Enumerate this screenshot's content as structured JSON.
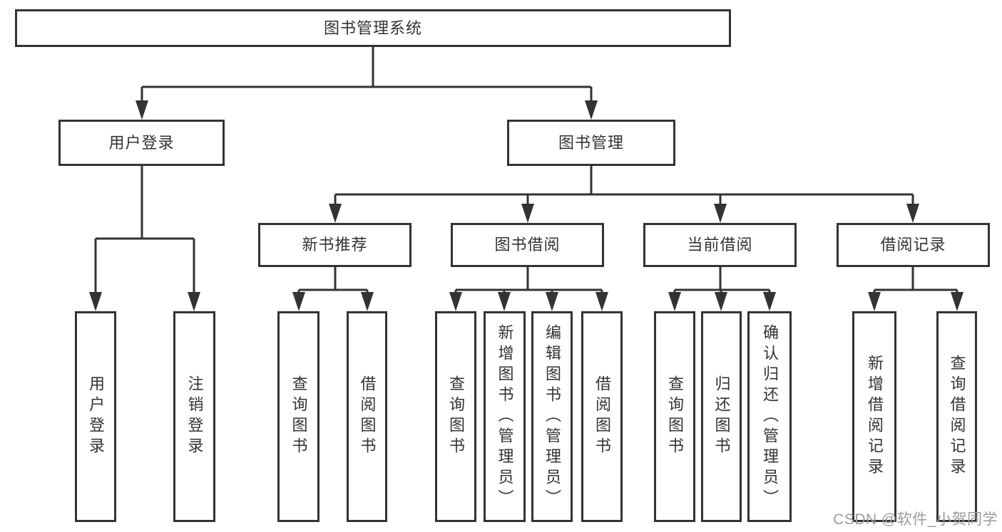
{
  "diagram": {
    "root": "图书管理系统",
    "level2": [
      {
        "label": "用户登录"
      },
      {
        "label": "图书管理"
      }
    ],
    "level3": [
      {
        "label": "新书推荐"
      },
      {
        "label": "图书借阅"
      },
      {
        "label": "当前借阅"
      },
      {
        "label": "借阅记录"
      }
    ],
    "leaves": {
      "user_login": [
        "用户登录",
        "注销登录"
      ],
      "new_book_recommend": [
        "查询图书",
        "借阅图书"
      ],
      "book_borrow": [
        "查询图书",
        "新增图书（管理员）",
        "编辑图书（管理员）",
        "借阅图书"
      ],
      "current_borrow": [
        "查询图书",
        "归还图书",
        "确认归还（管理员）"
      ],
      "borrow_records": [
        "新增借阅记录",
        "查询借阅记录"
      ]
    }
  },
  "watermark": {
    "text": "CSDN @软件_小贺同学",
    "color": "#9b9b9b"
  },
  "colors": {
    "line": "#333333",
    "box_border": "#333333",
    "box_bg": "#ffffff",
    "canvas_bg": "#ffffff",
    "text": "#333333"
  }
}
